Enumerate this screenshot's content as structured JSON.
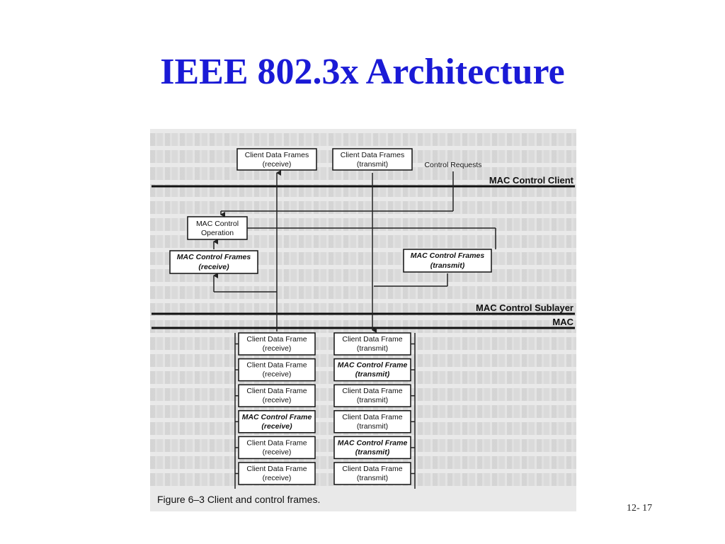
{
  "slide": {
    "title": "IEEE 802.3x Architecture",
    "page_number": "12- 17"
  },
  "figure": {
    "caption": "Figure 6–3 Client and control frames.",
    "layers": {
      "mac_control_client": "MAC Control Client",
      "mac_control_sublayer": "MAC Control Sublayer",
      "mac": "MAC"
    },
    "top_boxes": {
      "client_receive": [
        "Client Data Frames",
        "(receive)"
      ],
      "client_transmit": [
        "Client Data Frames",
        "(transmit)"
      ],
      "control_requests": "Control Requests"
    },
    "sublayer_boxes": {
      "operation": [
        "MAC Control",
        "Operation"
      ],
      "frames_receive": [
        "MAC Control Frames",
        "(receive)"
      ],
      "frames_transmit": [
        "MAC Control Frames",
        "(transmit)"
      ]
    },
    "frame_stack": [
      {
        "left": [
          "Client Data Frame",
          "(receive)"
        ],
        "left_style": "normal",
        "right": [
          "Client Data Frame",
          "(transmit)"
        ],
        "right_style": "normal"
      },
      {
        "left": [
          "Client Data Frame",
          "(receive)"
        ],
        "left_style": "normal",
        "right": [
          "MAC Control Frame",
          "(transmit)"
        ],
        "right_style": "italic"
      },
      {
        "left": [
          "Client Data Frame",
          "(receive)"
        ],
        "left_style": "normal",
        "right": [
          "Client Data Frame",
          "(transmit)"
        ],
        "right_style": "normal"
      },
      {
        "left": [
          "MAC Control Frame",
          "(receive)"
        ],
        "left_style": "italic",
        "right": [
          "Client Data Frame",
          "(transmit)"
        ],
        "right_style": "normal"
      },
      {
        "left": [
          "Client Data Frame",
          "(receive)"
        ],
        "left_style": "normal",
        "right": [
          "MAC Control Frame",
          "(transmit)"
        ],
        "right_style": "italic"
      },
      {
        "left": [
          "Client Data Frame",
          "(receive)"
        ],
        "left_style": "normal",
        "right": [
          "Client Data Frame",
          "(transmit)"
        ],
        "right_style": "normal"
      }
    ]
  }
}
